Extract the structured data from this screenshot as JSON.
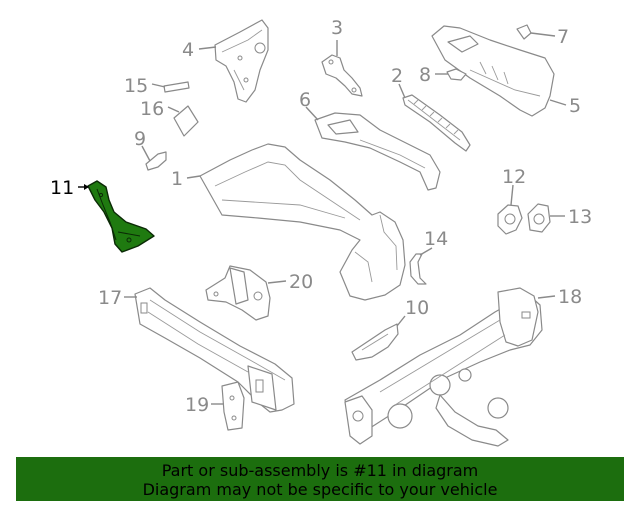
{
  "diagram": {
    "callouts": [
      {
        "id": "1",
        "label": "1",
        "highlighted": false
      },
      {
        "id": "2",
        "label": "2",
        "highlighted": false
      },
      {
        "id": "3",
        "label": "3",
        "highlighted": false
      },
      {
        "id": "4",
        "label": "4",
        "highlighted": false
      },
      {
        "id": "5",
        "label": "5",
        "highlighted": false
      },
      {
        "id": "6",
        "label": "6",
        "highlighted": false
      },
      {
        "id": "7",
        "label": "7",
        "highlighted": false
      },
      {
        "id": "8",
        "label": "8",
        "highlighted": false
      },
      {
        "id": "9",
        "label": "9",
        "highlighted": false
      },
      {
        "id": "10",
        "label": "10",
        "highlighted": false
      },
      {
        "id": "11",
        "label": "11",
        "highlighted": true
      },
      {
        "id": "12",
        "label": "12",
        "highlighted": false
      },
      {
        "id": "13",
        "label": "13",
        "highlighted": false
      },
      {
        "id": "14",
        "label": "14",
        "highlighted": false
      },
      {
        "id": "15",
        "label": "15",
        "highlighted": false
      },
      {
        "id": "16",
        "label": "16",
        "highlighted": false
      },
      {
        "id": "17",
        "label": "17",
        "highlighted": false
      },
      {
        "id": "18",
        "label": "18",
        "highlighted": false
      },
      {
        "id": "19",
        "label": "19",
        "highlighted": false
      },
      {
        "id": "20",
        "label": "20",
        "highlighted": false
      }
    ]
  },
  "banner": {
    "line1": "Part or sub-assembly is #11 in diagram",
    "line2": "Diagram may not be specific to your vehicle"
  },
  "colors": {
    "banner_bg": "#1c6e0e",
    "highlight_fill": "#1f7a10",
    "line_gray": "#8a8a8a",
    "highlight_text": "#000000"
  }
}
